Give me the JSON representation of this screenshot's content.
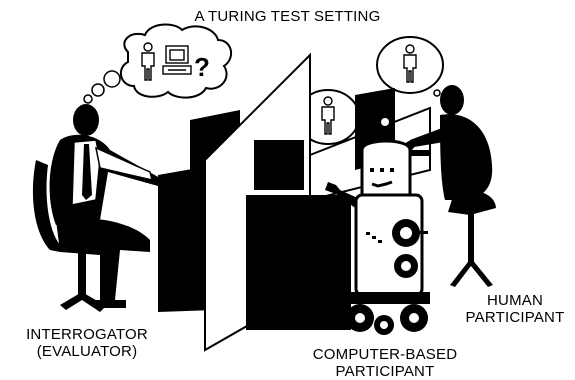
{
  "title": "A TURING TEST SETTING",
  "labels": {
    "interrogator_line1": "INTERROGATOR",
    "interrogator_line2": "(EVALUATOR)",
    "computer_line1": "COMPUTER-BASED",
    "computer_line2": "PARTICIPANT",
    "human_line1": "HUMAN",
    "human_line2": "PARTICIPANT"
  },
  "thought_bubbles": {
    "interrogator": [
      "person-icon",
      "computer-icon",
      "question-mark"
    ],
    "computer": [
      "person-icon"
    ],
    "human": [
      "person-icon"
    ]
  },
  "thought_symbols": {
    "question": "?"
  }
}
